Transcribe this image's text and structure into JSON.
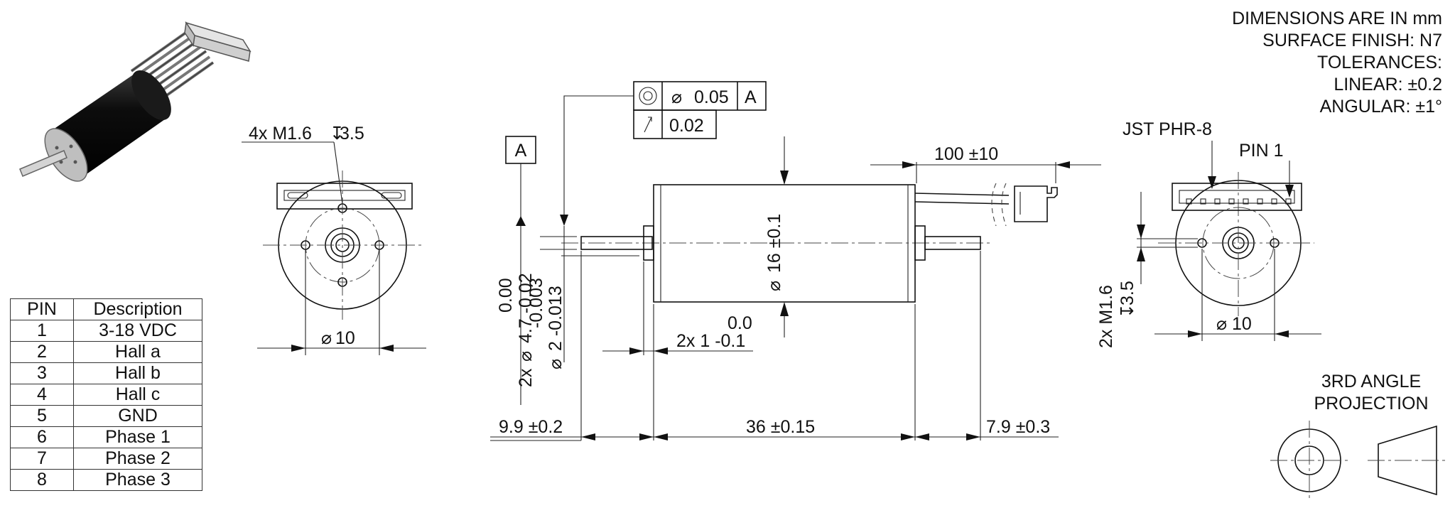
{
  "notes": {
    "units": "DIMENSIONS ARE IN mm",
    "finish": "SURFACE FINISH: N7",
    "tolerances": "TOLERANCES:",
    "linear": "LINEAR: ±0.2",
    "angular": "ANGULAR: ±1°"
  },
  "projection": {
    "line1": "3RD ANGLE",
    "line2": "PROJECTION"
  },
  "pin_table": {
    "headers": [
      "PIN",
      "Description"
    ],
    "rows": [
      [
        "1",
        "3-18 VDC"
      ],
      [
        "2",
        "Hall a"
      ],
      [
        "3",
        "Hall b"
      ],
      [
        "4",
        "Hall c"
      ],
      [
        "5",
        "GND"
      ],
      [
        "6",
        "Phase 1"
      ],
      [
        "7",
        "Phase 2"
      ],
      [
        "8",
        "Phase 3"
      ]
    ]
  },
  "left_view": {
    "thread": "4x M1.6",
    "thread_depth": "3.5",
    "bolt_circle": "10"
  },
  "side_view": {
    "datum": "A",
    "fcf_concentricity_value": "0.05",
    "fcf_concentricity_datum": "A",
    "fcf_runout_value": "0.02",
    "body_diameter": "16 ±0.1",
    "cable_length": "100 ±10",
    "shaft_diameter_tol": "0.00",
    "shaft_diameter_tol2": "4.7 -0.02",
    "shaft_diameter_prefix": "2x",
    "shaft_d2_tol1": "-0.003",
    "shaft_d2_tol2": "2 -0.013",
    "flange_tol_upper": "0.0",
    "flange": "2x 1 -0.1",
    "len_front": "9.9 ±0.2",
    "len_body": "36 ±0.15",
    "len_rear": "7.9 ±0.3"
  },
  "right_view": {
    "connector": "JST PHR-8",
    "pin1": "PIN 1",
    "thread": "2x M1.6",
    "thread_depth": "3.5",
    "bolt_circle": "10"
  }
}
